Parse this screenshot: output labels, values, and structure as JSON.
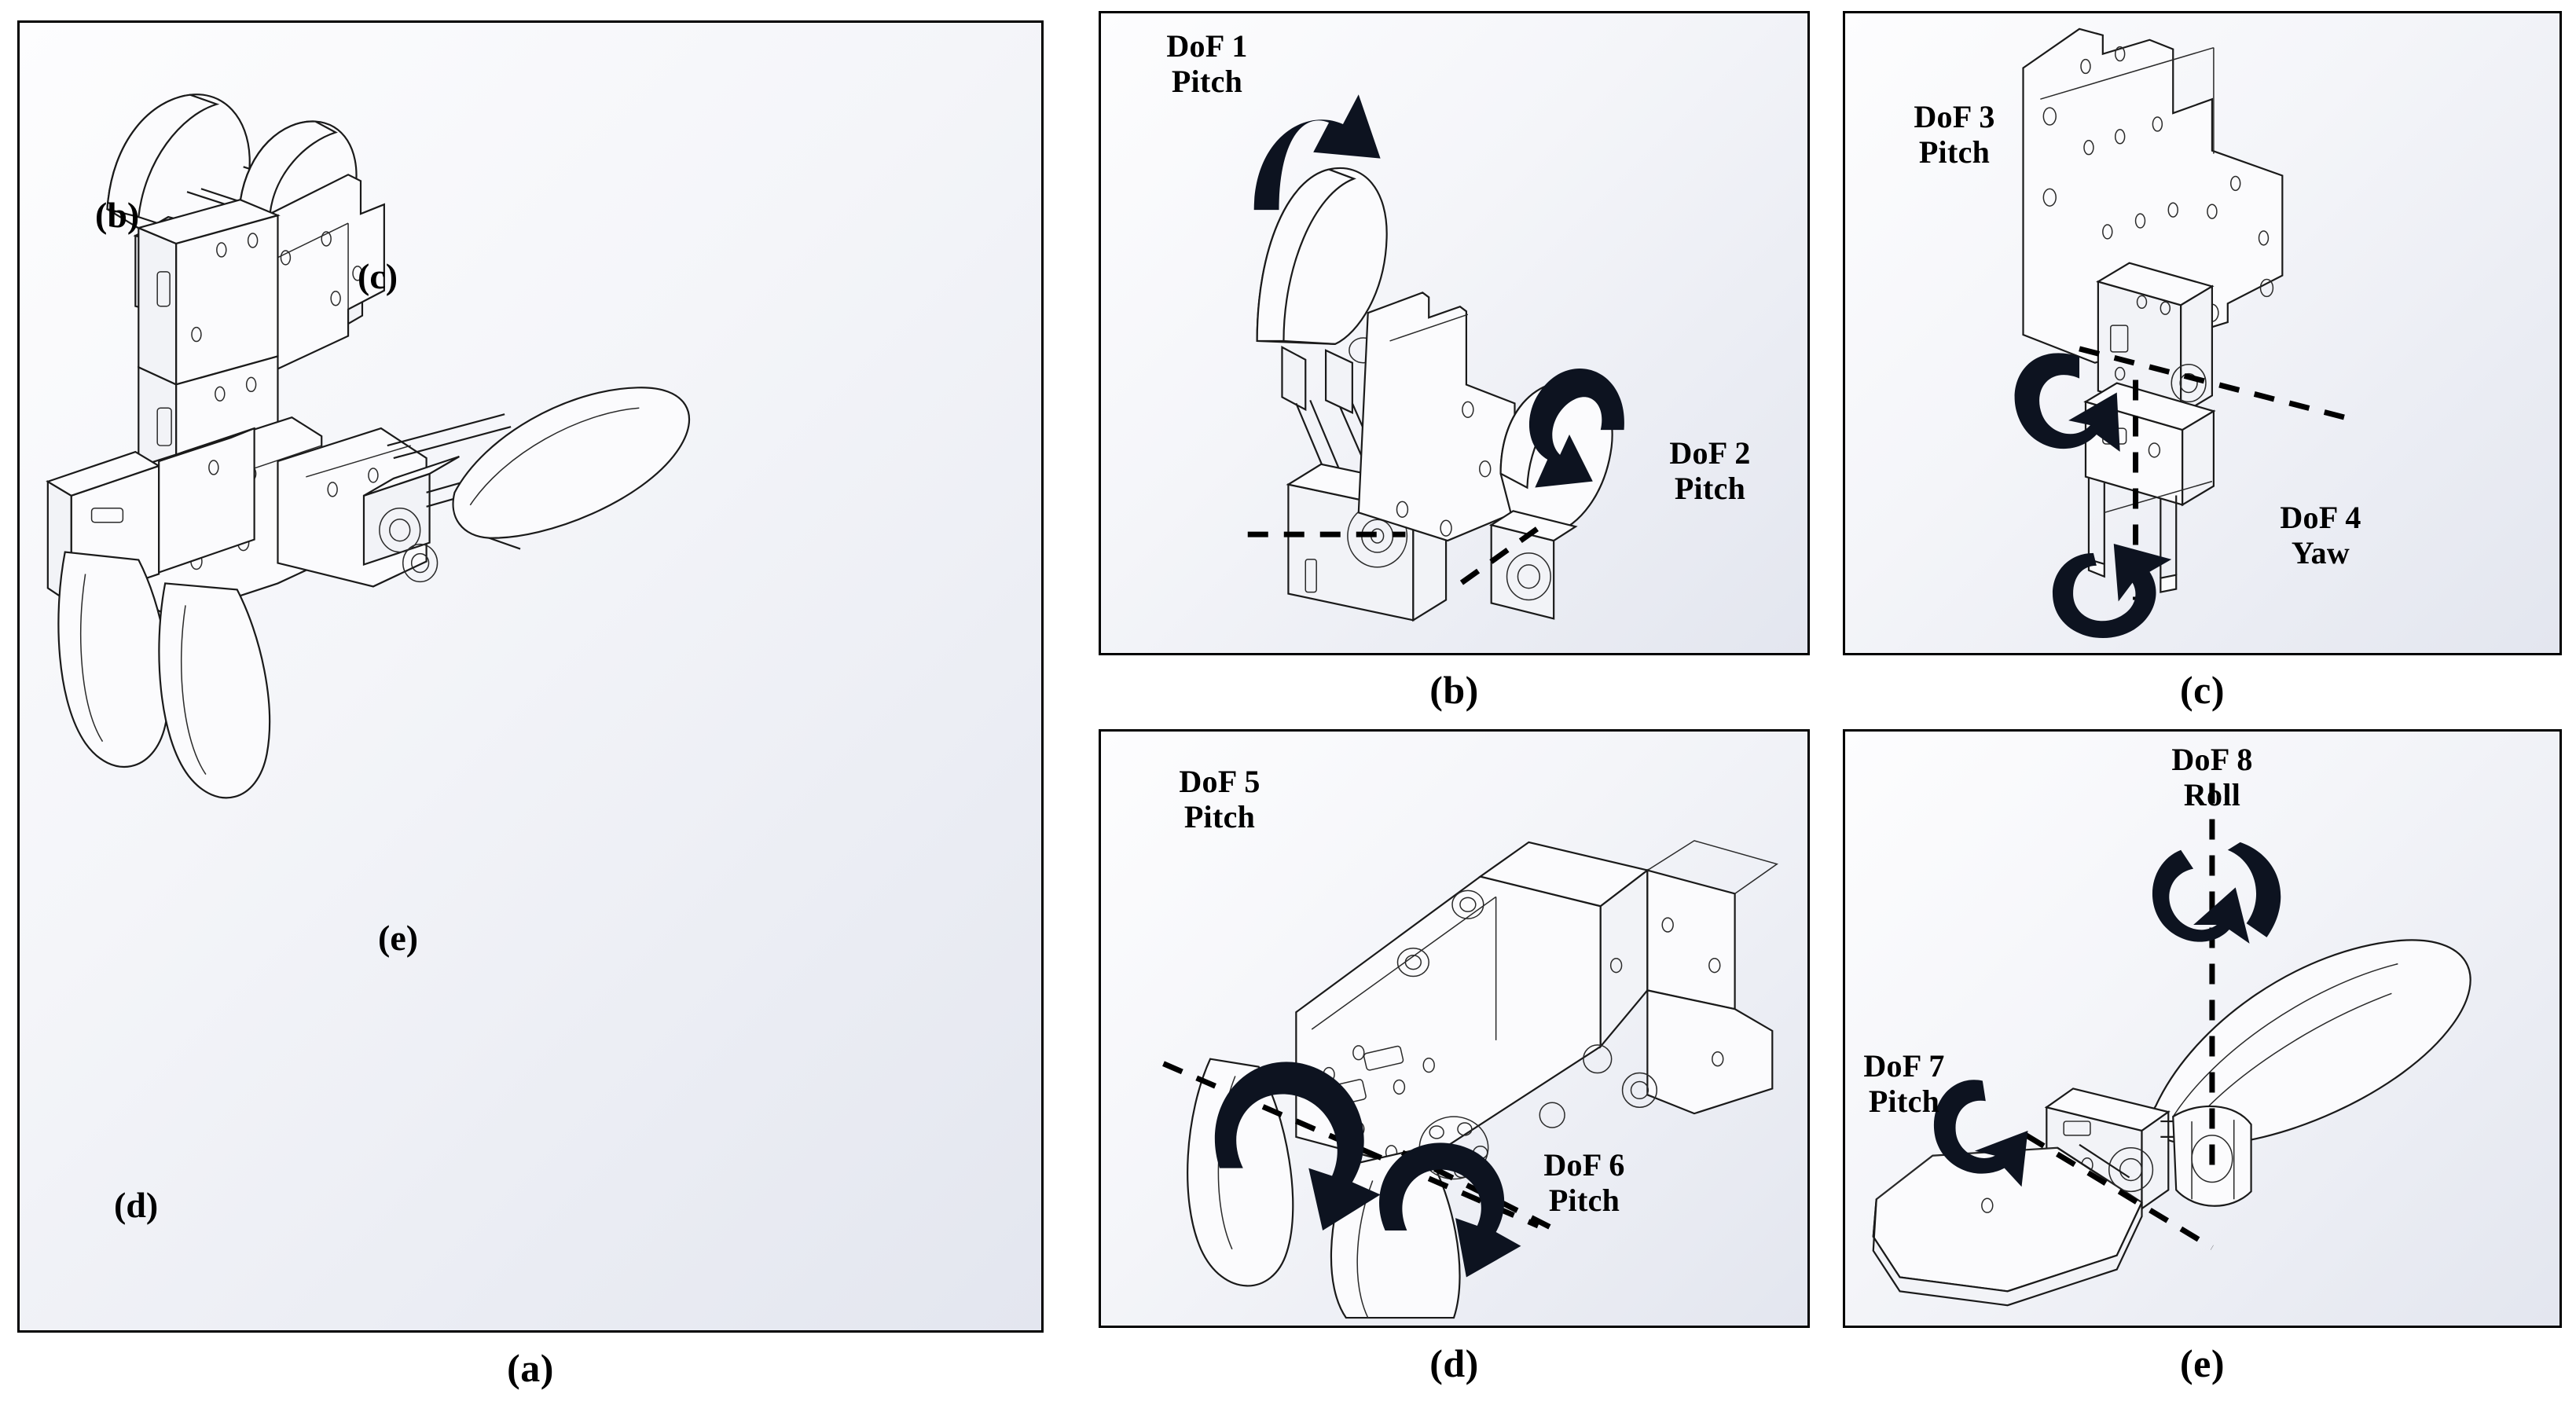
{
  "figure": {
    "type": "engineering-assembly-diagram",
    "subject": "robotic leg / limb mechanism with 8 degrees of freedom",
    "background_color": "#eef0f5",
    "line_color": "#1a1a1a",
    "annotation_color": "#000000"
  },
  "panels": [
    {
      "id": "a",
      "caption": "(a)",
      "role": "full-assembly-overview"
    },
    {
      "id": "b",
      "caption": "(b)",
      "role": "detail-dof-1-2"
    },
    {
      "id": "c",
      "caption": "(c)",
      "role": "detail-dof-3-4"
    },
    {
      "id": "d",
      "caption": "(d)",
      "role": "detail-dof-5-6"
    },
    {
      "id": "e",
      "caption": "(e)",
      "role": "detail-dof-7-8"
    }
  ],
  "panel_a_sublabels": [
    {
      "text": "(b)",
      "ref": "b"
    },
    {
      "text": "(c)",
      "ref": "c"
    },
    {
      "text": "(d)",
      "ref": "d"
    },
    {
      "text": "(e)",
      "ref": "e"
    }
  ],
  "dof_labels": [
    {
      "id": 1,
      "name": "DoF 1",
      "motion": "Pitch",
      "text": "DoF 1\nPitch",
      "panel": "b"
    },
    {
      "id": 2,
      "name": "DoF 2",
      "motion": "Pitch",
      "text": "DoF 2\nPitch",
      "panel": "b"
    },
    {
      "id": 3,
      "name": "DoF 3",
      "motion": "Pitch",
      "text": "DoF 3\nPitch",
      "panel": "c"
    },
    {
      "id": 4,
      "name": "DoF 4",
      "motion": "Yaw",
      "text": "DoF 4\nYaw",
      "panel": "c"
    },
    {
      "id": 5,
      "name": "DoF 5",
      "motion": "Pitch",
      "text": "DoF 5\nPitch",
      "panel": "d"
    },
    {
      "id": 6,
      "name": "DoF 6",
      "motion": "Pitch",
      "text": "DoF 6\nPitch",
      "panel": "d"
    },
    {
      "id": 7,
      "name": "DoF 7",
      "motion": "Pitch",
      "text": "DoF 7\nPitch",
      "panel": "e"
    },
    {
      "id": 8,
      "name": "DoF 8",
      "motion": "Roll",
      "text": "DoF 8\nRoll",
      "panel": "e"
    }
  ]
}
